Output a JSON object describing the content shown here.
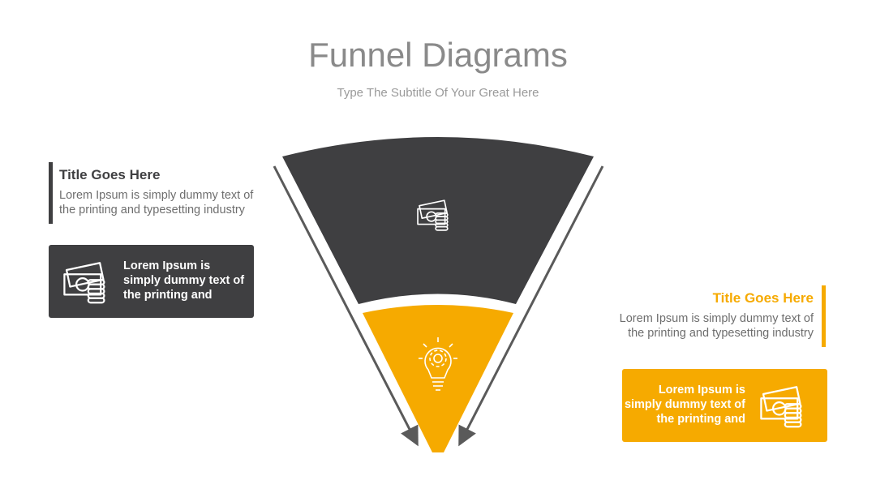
{
  "header": {
    "title": "Funnel Diagrams",
    "subtitle": "Type The Subtitle Of Your Great Here"
  },
  "colors": {
    "dark": "#3f3f41",
    "accent": "#f6aa00",
    "title_gray": "#8a8a8a",
    "text_gray": "#6e6e6e"
  },
  "funnel": {
    "stages": [
      {
        "color": "dark",
        "icon": "money-icon"
      },
      {
        "color": "accent",
        "icon": "lightbulb-gear-icon"
      }
    ]
  },
  "left_block": {
    "title": "Title Goes Here",
    "description_lines": [
      "Lorem Ipsum is simply dummy text of",
      "the printing and typesetting industry"
    ],
    "card_lines": [
      "Lorem Ipsum is",
      "simply dummy text of",
      "the printing and"
    ],
    "card_icon": "money-icon"
  },
  "right_block": {
    "title": "Title Goes Here",
    "description_lines": [
      "Lorem Ipsum is simply dummy text of",
      "the printing and typesetting industry"
    ],
    "card_lines": [
      "Lorem Ipsum is",
      "simply dummy text of",
      "the printing and"
    ],
    "card_icon": "money-icon"
  }
}
